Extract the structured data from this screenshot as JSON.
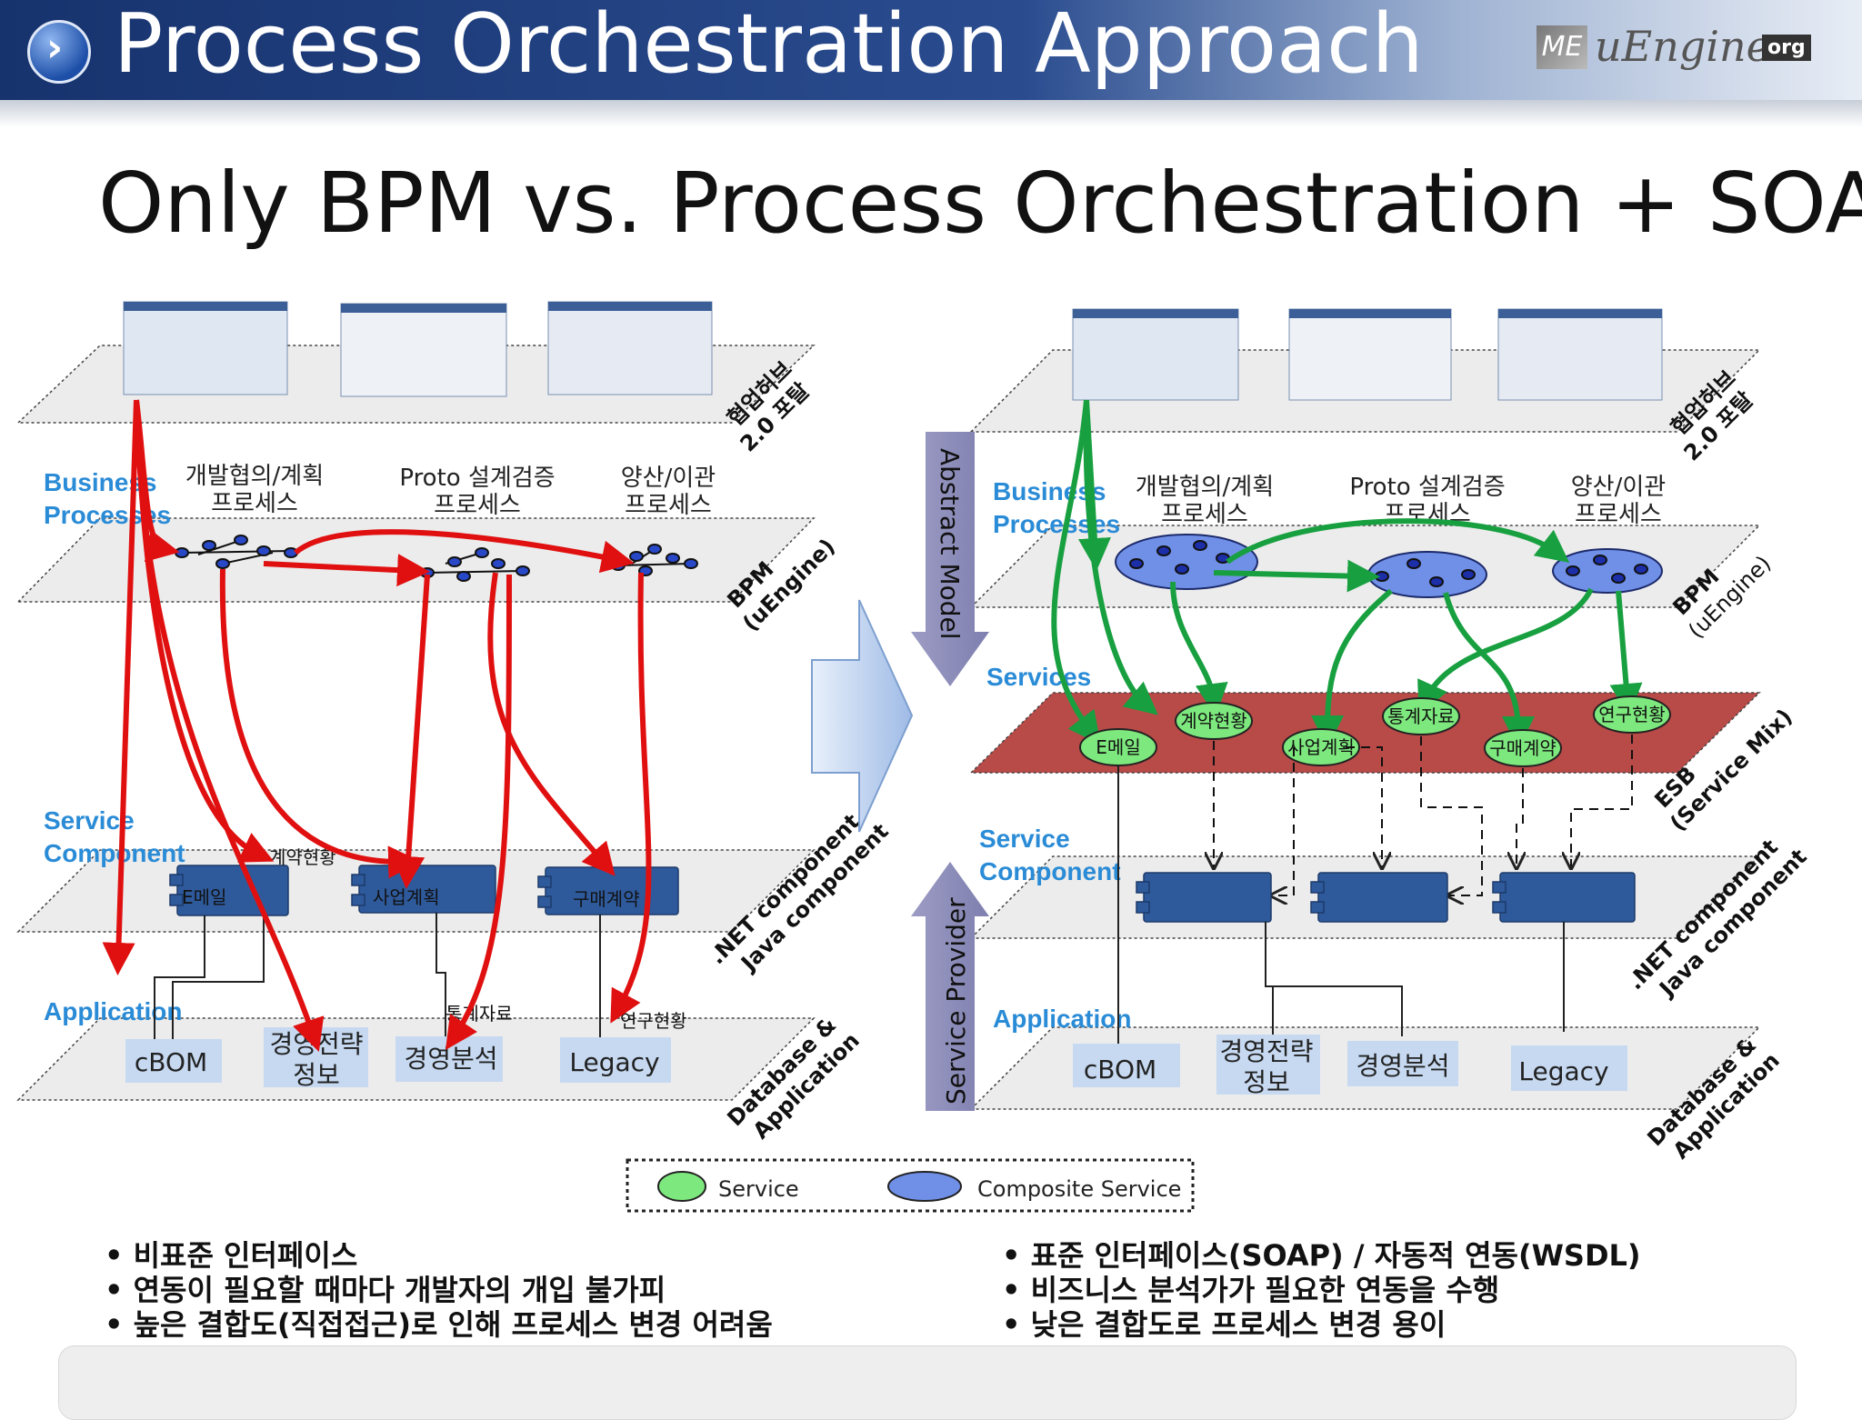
{
  "header": {
    "title": "Process Orchestration Approach",
    "logo_text": "uEngine",
    "logo_badge": "org",
    "logo_mark": "ME"
  },
  "subtitle": "Only BPM vs. Process Orchestration + SOA",
  "left": {
    "layer_labels": [
      "협업허브",
      "2.0 포탈",
      "BPM",
      "(uEngine)",
      ".NET component",
      "Java component",
      "Database &",
      "Application"
    ],
    "side_labels": {
      "business": [
        "Business",
        "Processes"
      ],
      "service_component": [
        "Service",
        "Component"
      ],
      "application": "Application"
    },
    "processes": [
      [
        "개발협의/계획",
        "프로세스"
      ],
      [
        "Proto 설계검증",
        "프로세스"
      ],
      [
        "양산/이관",
        "프로세스"
      ]
    ],
    "components": [
      "E메일",
      "계약현황",
      "사업계획",
      "구매계약"
    ],
    "floating": [
      "통계자료",
      "연구현황"
    ],
    "apps": [
      "cBOM",
      "경영전략",
      "정보",
      "경영분석",
      "Legacy"
    ]
  },
  "right": {
    "layer_labels": [
      "협업허브",
      "2.0 포탈",
      "BPM",
      "(uEngine)",
      "ESB",
      "(Service Mix)",
      ".NET component",
      "Java component",
      "Database &",
      "Application"
    ],
    "side_labels": {
      "business": [
        "Business",
        "Processes"
      ],
      "services": "Services",
      "service_component": [
        "Service",
        "Component"
      ],
      "application": "Application"
    },
    "vertical": {
      "top": "Abstract Model",
      "bottom": "Service Provider"
    },
    "processes": [
      [
        "개발협의/계획",
        "프로세스"
      ],
      [
        "Proto 설계검증",
        "프로세스"
      ],
      [
        "양산/이관",
        "프로세스"
      ]
    ],
    "services": [
      "E메일",
      "계약현황",
      "사업계획",
      "통계자료",
      "구매계약",
      "연구현황"
    ],
    "apps": [
      "cBOM",
      "경영전략",
      "정보",
      "경영분석",
      "Legacy"
    ]
  },
  "legend": {
    "service": "Service",
    "composite": "Composite Service"
  },
  "colors": {
    "red_arrow": "#e01010",
    "green_arrow": "#18a040",
    "service_fill": "#7de87d",
    "composite_fill": "#7090e8",
    "esb_fill": "#b84a48",
    "component_fill": "#2e5a9c",
    "blue_label": "#2a8bd6"
  },
  "bullets_left": [
    "비표준 인터페이스",
    "연동이 필요할 때마다 개발자의 개입 불가피",
    "높은 결합도(직접접근)로 인해 프로세스 변경 어려움"
  ],
  "bullets_right": [
    "표준 인터페이스(SOAP) / 자동적 연동(WSDL)",
    "비즈니스 분석가가 필요한 연동을 수행",
    "낮은 결합도로 프로세스 변경 용이"
  ]
}
